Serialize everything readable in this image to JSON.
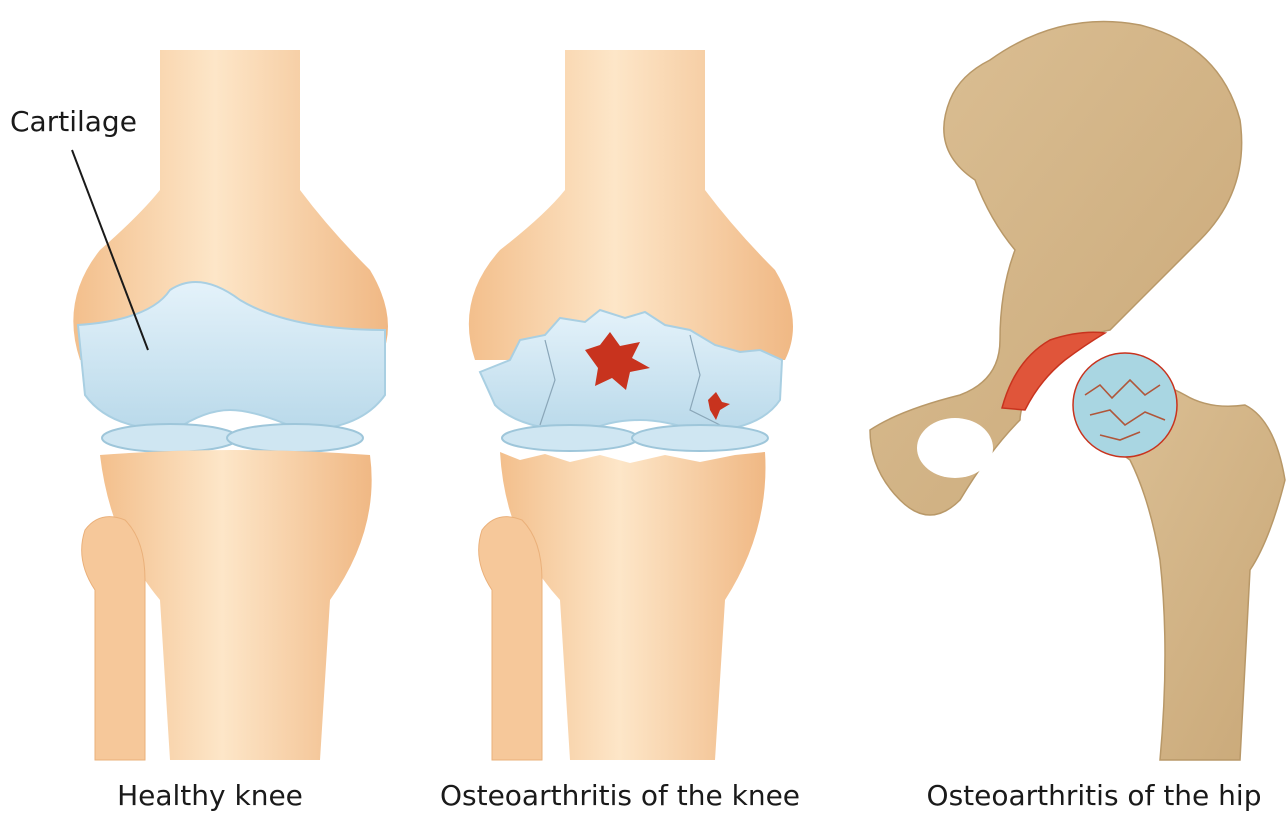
{
  "callout": {
    "label": "Cartilage"
  },
  "captions": {
    "healthy_knee": "Healthy knee",
    "osteoarthritis_knee": "Osteoarthritis of the knee",
    "osteoarthritis_hip": "Osteoarthritis of the hip"
  },
  "colors": {
    "bone_skin": "#f6c89a",
    "bone_light": "#fbe0c0",
    "cartilage": "#cfe6f2",
    "cartilage_edge": "#a9cfe2",
    "lesion": "#c8331e",
    "hip_bone": "#d6b88a",
    "hip_bone_dark": "#b89868",
    "text": "#1a1a1a"
  }
}
